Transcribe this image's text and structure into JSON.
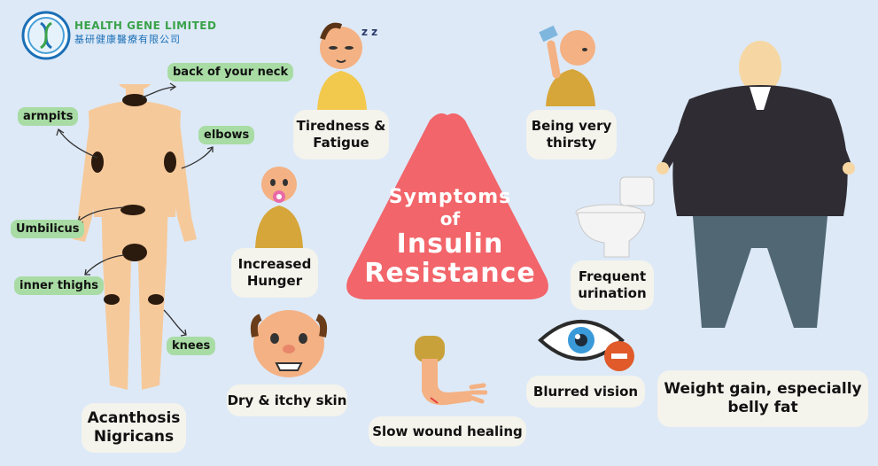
{
  "brand": {
    "name_en": "HEALTH GENE LIMITED",
    "name_zh": "基研健康醫療有限公司"
  },
  "title": {
    "line1": "Symptoms",
    "line2": "of",
    "line3": "Insulin",
    "line4": "Resistance"
  },
  "acanthosis": {
    "caption": "Acanthosis Nigricans",
    "labels": [
      "back of your neck",
      "armpits",
      "elbows",
      "Umbilicus",
      "inner thighs",
      "knees"
    ]
  },
  "symptoms": {
    "tiredness": "Tiredness & Fatigue",
    "thirsty": "Being very thirsty",
    "hunger": "Increased Hunger",
    "urination": "Frequent urination",
    "skin": "Dry & itchy skin",
    "vision": "Blurred vision",
    "wound": "Slow wound healing",
    "weight": "Weight gain, especially belly fat"
  },
  "colors": {
    "background": "#dde9f7",
    "triangle": "#f2656a",
    "pill": "#a8dca4",
    "card": "#f4f3ec",
    "skin": "#f6c99a"
  }
}
